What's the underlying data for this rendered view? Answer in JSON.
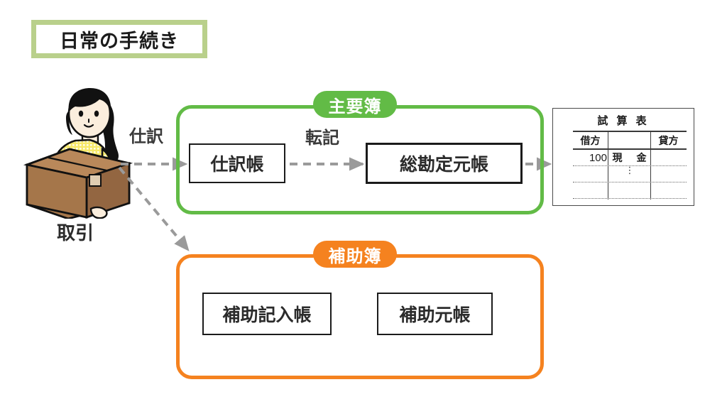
{
  "title": {
    "text": "日常の手続き",
    "frame_color": "#b9d08b"
  },
  "illustration": {
    "name": "person-carrying-box",
    "caption": "取引",
    "box_color": "#a5764a",
    "shirt_color": "#f5e04a",
    "hair_color": "#111111",
    "skin_color": "#fbeedd"
  },
  "flow": {
    "shiwake_label": "仕訳",
    "tenki_label": "転記",
    "arrow_color": "#9a9a9a"
  },
  "groups": [
    {
      "badge": "主要簿",
      "color": "#62bb46",
      "nodes": [
        "仕訳帳",
        "総勘定元帳"
      ]
    },
    {
      "badge": "補助簿",
      "color": "#f5821f",
      "nodes": [
        "補助記入帳",
        "補助元帳"
      ]
    }
  ],
  "main_books": {
    "badge": "主要簿",
    "journal": "仕訳帳",
    "ledger": "総勘定元帳"
  },
  "sub_books": {
    "badge": "補助簿",
    "sub_journal": "補助記入帳",
    "sub_ledger": "補助元帳"
  },
  "trial_balance": {
    "title": "試 算 表",
    "columns": [
      "借方",
      "",
      "貸方"
    ],
    "rows": [
      {
        "debit": "100",
        "account": "現　金",
        "credit": ""
      }
    ],
    "ellipsis": "⋮",
    "empty_dotted_rows": 3
  }
}
